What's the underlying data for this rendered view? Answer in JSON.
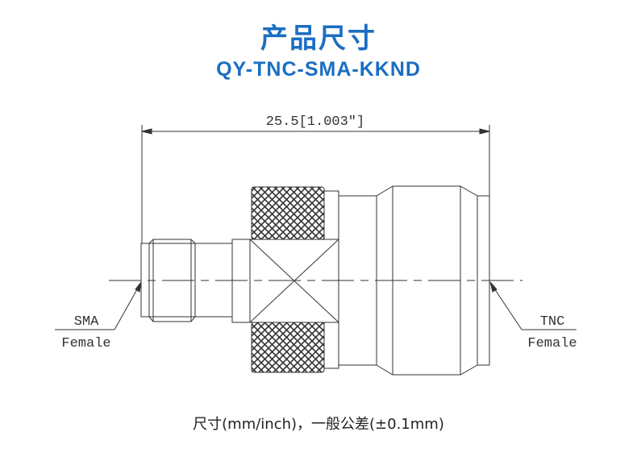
{
  "header": {
    "title": "产品尺寸",
    "model": "QY-TNC-SMA-KKND"
  },
  "drawing": {
    "overall_length": "25.5[1.003\"]",
    "left_connector": {
      "type": "SMA",
      "gender": "Female"
    },
    "right_connector": {
      "type": "TNC",
      "gender": "Female"
    }
  },
  "footer": {
    "note": "尺寸(mm/inch)，一般公差(±0.1mm)"
  },
  "colors": {
    "accent": "#1b6ec2",
    "line": "#333333"
  }
}
